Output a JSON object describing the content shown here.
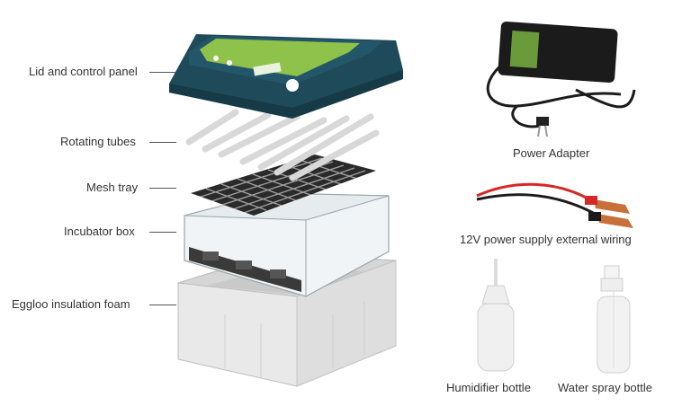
{
  "components": {
    "lid": "Lid and control panel",
    "tubes": "Rotating tubes",
    "mesh": "Mesh tray",
    "box": "Incubator box",
    "foam": "Eggloo insulation foam"
  },
  "accessories": {
    "adapter": "Power Adapter",
    "wiring": "12V power supply external wiring",
    "humidifier": "Humidifier bottle",
    "spray": "Water spray bottle"
  },
  "colors": {
    "lid": "#1f4a5a",
    "panel": "#8fc24a",
    "foam": "#e8e8e8",
    "clamp": "#c8703a"
  }
}
